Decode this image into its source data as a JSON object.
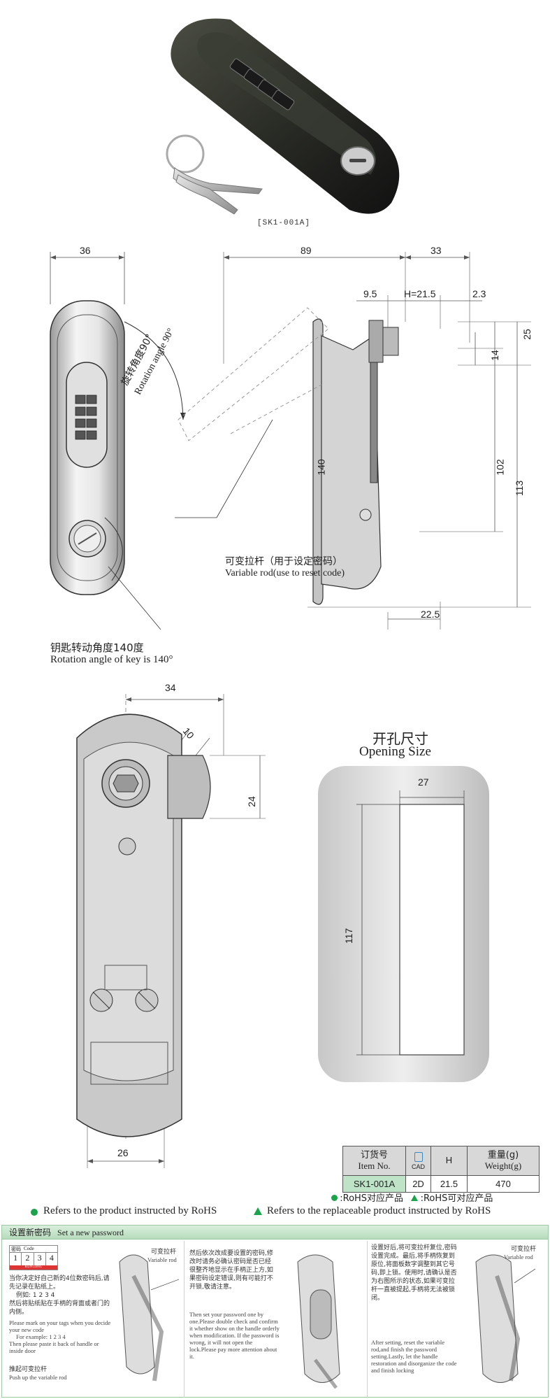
{
  "product_caption": "[SK1-001A]",
  "front_view": {
    "width_dim": "36",
    "rotation_cn": "旋转角度90°",
    "rotation_en": "Rotation angle 90°",
    "key_rotation_cn": "钥匙转动角度140度",
    "key_rotation_en": "Rotation angle of key is 140°"
  },
  "side_view": {
    "dims": {
      "d89": "89",
      "d33": "33",
      "d9_5": "9.5",
      "h21_5": "H=21.5",
      "d2_3": "2.3",
      "d25": "25",
      "d14": "14",
      "d140": "140",
      "d102": "102",
      "d113": "113",
      "d22_5": "22.5"
    },
    "variable_rod_cn": "可变拉杆（用于设定密码）",
    "variable_rod_en": "Variable rod(use to reset code)"
  },
  "back_view": {
    "d34": "34",
    "d10": "10",
    "d24": "24",
    "d26": "26"
  },
  "opening": {
    "title_cn": "开孔尺寸",
    "title_en": "Opening Size",
    "d27": "27",
    "d117": "117"
  },
  "order_table": {
    "h_item_cn": "订货号",
    "h_item_en": "Item No.",
    "h_cad": "CAD",
    "h_h": "H",
    "h_weight_cn": "重量(g)",
    "h_weight_en": "Weight(g)",
    "item": "SK1-001A",
    "cad": "2D",
    "h": "21.5",
    "weight": "470"
  },
  "rohs": {
    "left": "Refers to the product instructed by RoHS",
    "right": "Refers to the replaceable product instructed by RoHS",
    "cn1": ":RoHS对应产品",
    "cn2": ":RoHS可对应产品"
  },
  "instructions": {
    "head_cn": "设置新密码",
    "head_en": "Set a new password",
    "code_label_cn": "密码",
    "code_label_en": "Code",
    "code_digits": [
      "1",
      "2",
      "3",
      "4"
    ],
    "brand": "KUNLONG",
    "col1_cn": "当你决定好自己新的4位数密码后,请先记录在贴纸上。",
    "col1_example": "例如: 1 2 3 4",
    "col1_cn2": "然后将贴纸贴在手柄的背面或者门的内侧。",
    "col1_en": "Please mark on your tags when you decide your new code",
    "col1_en_ex": "For example: 1 2 3 4",
    "col1_en2": "Then please paste it back of handle or inside door",
    "push_cn": "推起可变拉杆",
    "push_en": "Push up the variable rod",
    "rod_cn": "可变拉杆",
    "rod_en": "Variable rod",
    "col2_cn": "然后依次改成要设置的密码,修改时请务必确认密码是否已经很整齐地显示在手柄正上方,如果密码设定错误,则有可能打不开锁,敬请注意。",
    "col2_en": "Then set your password one by one.Please double check and confirm it whether show on the handle orderly when modification. If the password is wrong, it will not open the lock.Please pay more attention about it.",
    "col3_cn": "设置好后,将可变拉杆复位,密码设置完成。最后,将手柄恢复到原位,将面板数字调整到其它号码,即上锁。使用时,请确认是否为右图所示的状态,如果可变拉杆一直被提起,手柄将无法被锁闭。",
    "col3_en": "After setting, reset the variable rod,and finish the password setting.Lastly, let the handle restoration and disorganize the code and finish locking",
    "rod3_cn": "可变拉杆",
    "rod3_en": "Variable rod"
  }
}
